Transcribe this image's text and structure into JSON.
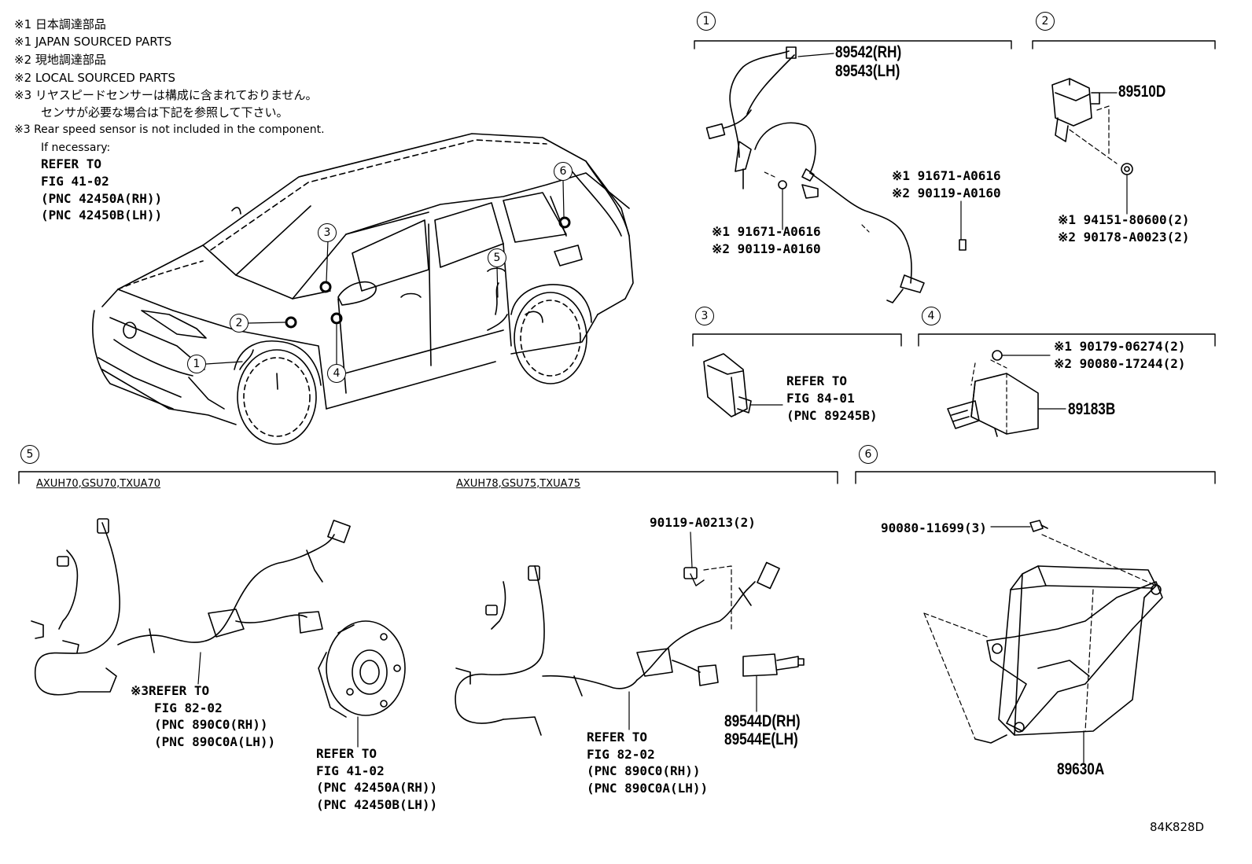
{
  "notes": {
    "n1": "※1 日本調達部品",
    "n2": "※1 JAPAN SOURCED PARTS",
    "n3": "※2 現地調達部品",
    "n4": "※2 LOCAL SOURCED PARTS",
    "n5": "※3 リヤスピードセンサーは構成に含まれておりません。",
    "n6": "センサが必要な場合は下記を参照して下さい。",
    "n7": "※3 Rear speed sensor is not included in the component.",
    "n8": "If necessary:",
    "ref1": "REFER TO",
    "ref2": "FIG 41-02",
    "ref3": "(PNC 42450A(RH))",
    "ref4": "(PNC 42450B(LH))"
  },
  "callouts": {
    "c1": "1",
    "c2": "2",
    "c3": "3",
    "c4": "4",
    "c5": "5",
    "c6": "6"
  },
  "section1": {
    "num": "1",
    "part_rh": "89542(RH)",
    "part_lh": "89543(LH)",
    "bolt_a1": "※1 91671-A0616",
    "bolt_a2": "※2 90119-A0160",
    "bolt_b1": "※1 91671-A0616",
    "bolt_b2": "※2 90119-A0160"
  },
  "section2": {
    "num": "2",
    "part": "89510D",
    "nut1": "※1 94151-80600(2)",
    "nut2": "※2 90178-A0023(2)"
  },
  "section3": {
    "num": "3",
    "r1": "REFER TO",
    "r2": "FIG 84-01",
    "r3": "(PNC 89245B)"
  },
  "section4": {
    "num": "4",
    "nut1": "※1 90179-06274(2)",
    "nut2": "※2 90080-17244(2)",
    "part": "89183B"
  },
  "section5": {
    "num": "5",
    "model_a": "AXUH70,GSU70,TXUA70",
    "model_b": "AXUH78,GSU75,TXUA75",
    "refA1": "※3REFER TO",
    "refA2": "FIG 82-02",
    "refA3": "(PNC 890C0(RH))",
    "refA4": "(PNC 890C0A(LH))",
    "refB1": "REFER TO",
    "refB2": "FIG 41-02",
    "refB3": "(PNC 42450A(RH))",
    "refB4": "(PNC 42450B(LH))",
    "bolt": "90119-A0213(2)",
    "refC1": "REFER TO",
    "refC2": "FIG 82-02",
    "refC3": "(PNC 890C0(RH))",
    "refC4": "(PNC 890C0A(LH))",
    "sensor_rh": "89544D(RH)",
    "sensor_lh": "89544E(LH)"
  },
  "section6": {
    "num": "6",
    "bolt": "90080-11699(3)",
    "part": "89630A"
  },
  "figure_code": "84K828D"
}
